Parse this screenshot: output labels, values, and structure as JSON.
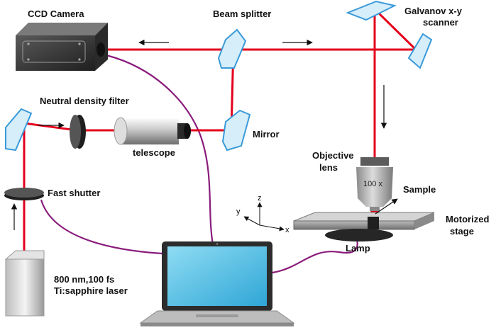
{
  "labels": {
    "ccd_camera": "CCD Camera",
    "beam_splitter": "Beam splitter",
    "galvanov_line1": "Galvanov x-y",
    "galvanov_line2": "scanner",
    "nd_filter": "Neutral density filter",
    "telescope": "telescope",
    "mirror": "Mirror",
    "objective_line1": "Objective",
    "objective_line2": "lens",
    "magnification": "100 x",
    "sample": "Sample",
    "fast_shutter": "Fast shutter",
    "motorized_line1": "Motorized",
    "motorized_line2": "stage",
    "lamp": "Lamp",
    "laser_line1": "800 nm,100 fs",
    "laser_line2": "Ti:sapphire laser"
  },
  "axes": {
    "x": "x",
    "y": "y",
    "z": "z"
  },
  "colors": {
    "beam": "#e3001b",
    "cable": "#8a1c7c",
    "mirror_fill": "#d6eef9",
    "mirror_edge": "#3a9ad9",
    "screen": "#5cc3e6"
  }
}
